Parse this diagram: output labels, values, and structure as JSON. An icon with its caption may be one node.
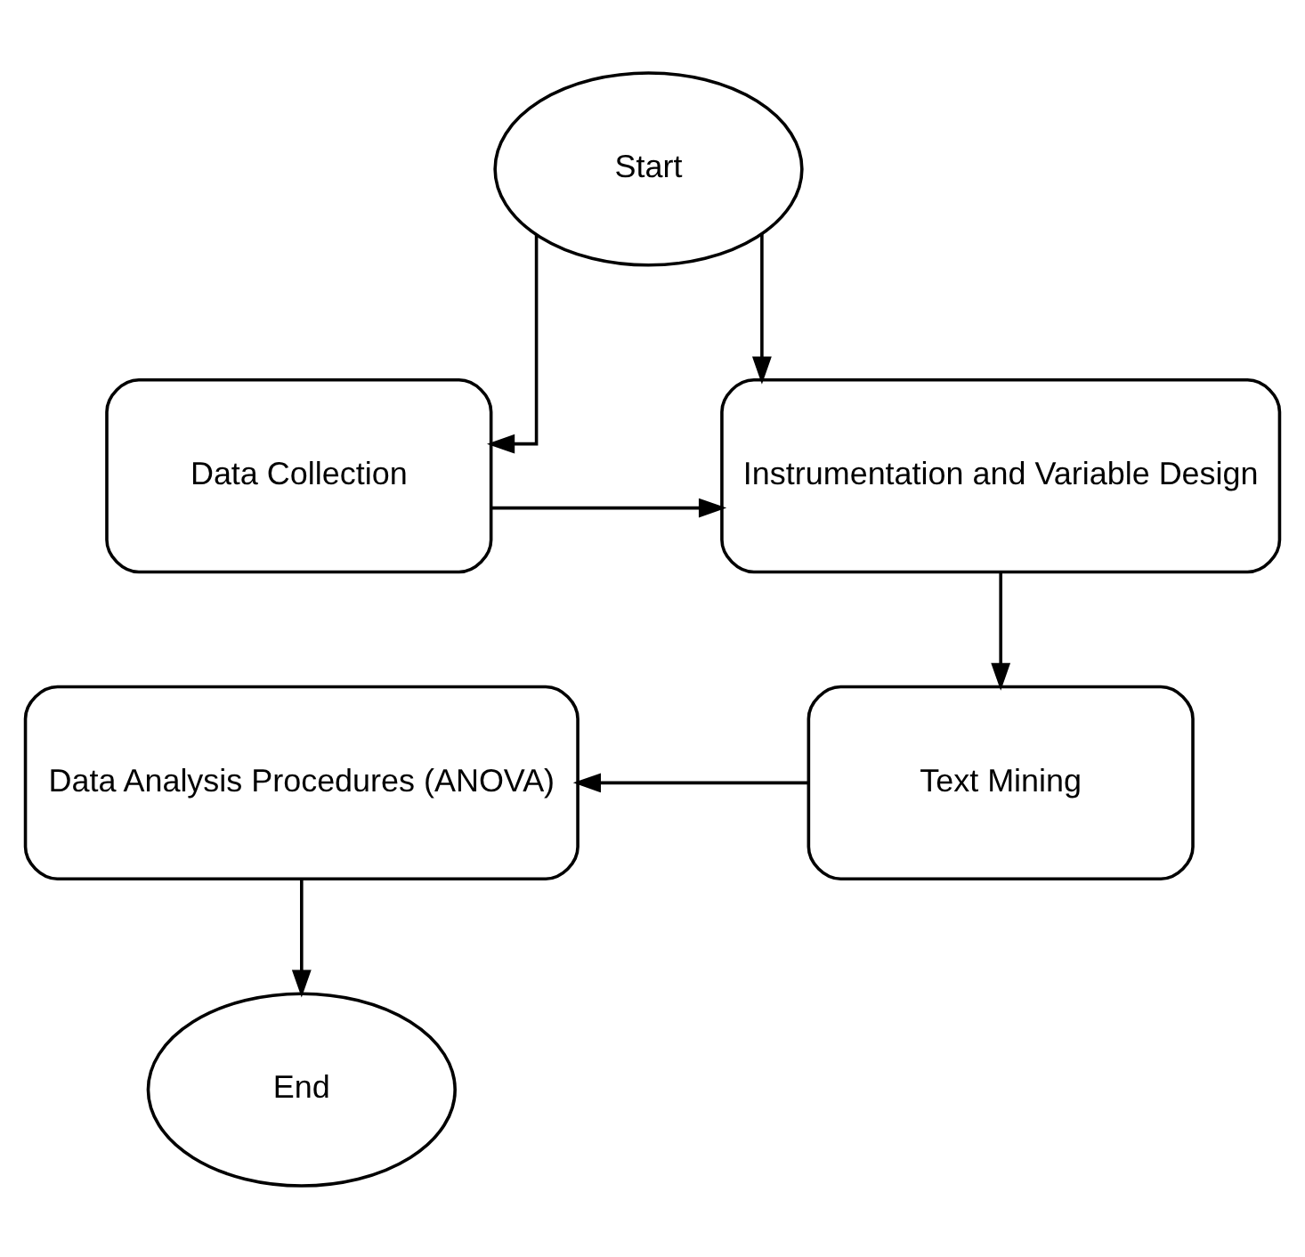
{
  "diagram": {
    "nodes": [
      {
        "text": [
          "Start"
        ]
      },
      {
        "text": [
          "Data Collection"
        ]
      },
      {
        "text": [
          "Instrumentation and Variable Design"
        ]
      },
      {
        "text": [
          "Text Mining"
        ]
      },
      {
        "text": [
          "Data Analysis Procedures (ANOVA)"
        ]
      },
      {
        "text": [
          "End"
        ]
      }
    ],
    "edges": [
      {
        "from": 0,
        "to": 1,
        "arrow": "to"
      },
      {
        "from": 0,
        "to": 2,
        "arrow": "to"
      },
      {
        "from": 1,
        "to": 2,
        "arrow": "to"
      },
      {
        "from": 2,
        "to": 3,
        "arrow": "to"
      },
      {
        "from": 3,
        "to": 4,
        "arrow": "to"
      },
      {
        "from": 4,
        "to": 5,
        "arrow": "to"
      }
    ]
  }
}
